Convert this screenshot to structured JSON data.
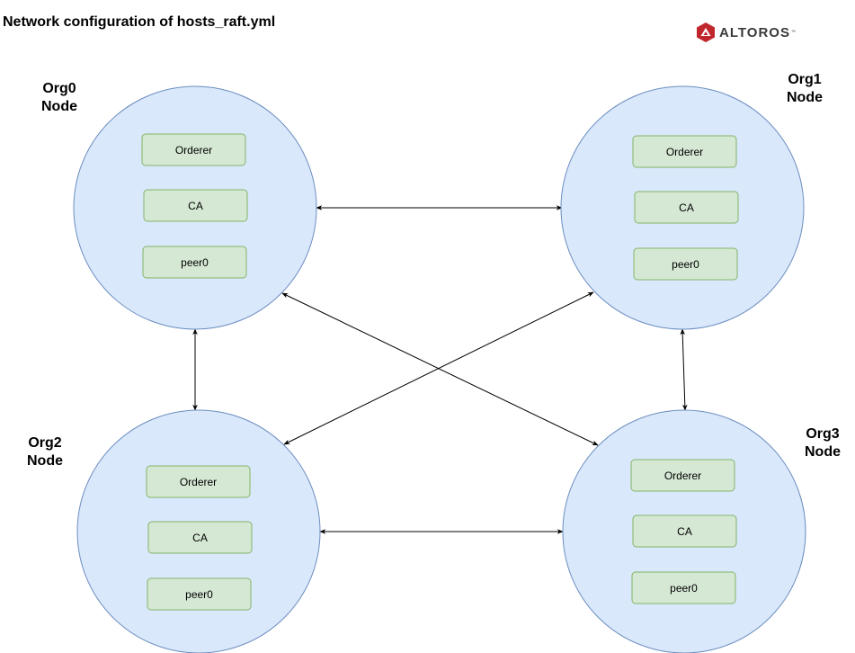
{
  "title": "Network configuration of hosts_raft.yml",
  "logo": {
    "text": "ALTOROS",
    "tm": "™",
    "accent": "#c0272d",
    "text_color": "#3a3a3a"
  },
  "nodes": [
    {
      "id": "org0",
      "label_line1": "Org0",
      "label_line2": "Node",
      "services": [
        "Orderer",
        "CA",
        "peer0"
      ]
    },
    {
      "id": "org1",
      "label_line1": "Org1",
      "label_line2": "Node",
      "services": [
        "Orderer",
        "CA",
        "peer0"
      ]
    },
    {
      "id": "org2",
      "label_line1": "Org2",
      "label_line2": "Node",
      "services": [
        "Orderer",
        "CA",
        "peer0"
      ]
    },
    {
      "id": "org3",
      "label_line1": "Org3",
      "label_line2": "Node",
      "services": [
        "Orderer",
        "CA",
        "peer0"
      ]
    }
  ],
  "connections": [
    {
      "from": "org0",
      "to": "org1",
      "bidirectional": true
    },
    {
      "from": "org0",
      "to": "org2",
      "bidirectional": true
    },
    {
      "from": "org1",
      "to": "org3",
      "bidirectional": true
    },
    {
      "from": "org2",
      "to": "org3",
      "bidirectional": true
    },
    {
      "from": "org0",
      "to": "org3",
      "bidirectional": true
    },
    {
      "from": "org1",
      "to": "org2",
      "bidirectional": true
    }
  ],
  "colors": {
    "node_fill": "#dae8fc",
    "node_stroke": "#6c8ebf",
    "service_fill": "#d5e8d4",
    "service_stroke": "#82b366"
  }
}
